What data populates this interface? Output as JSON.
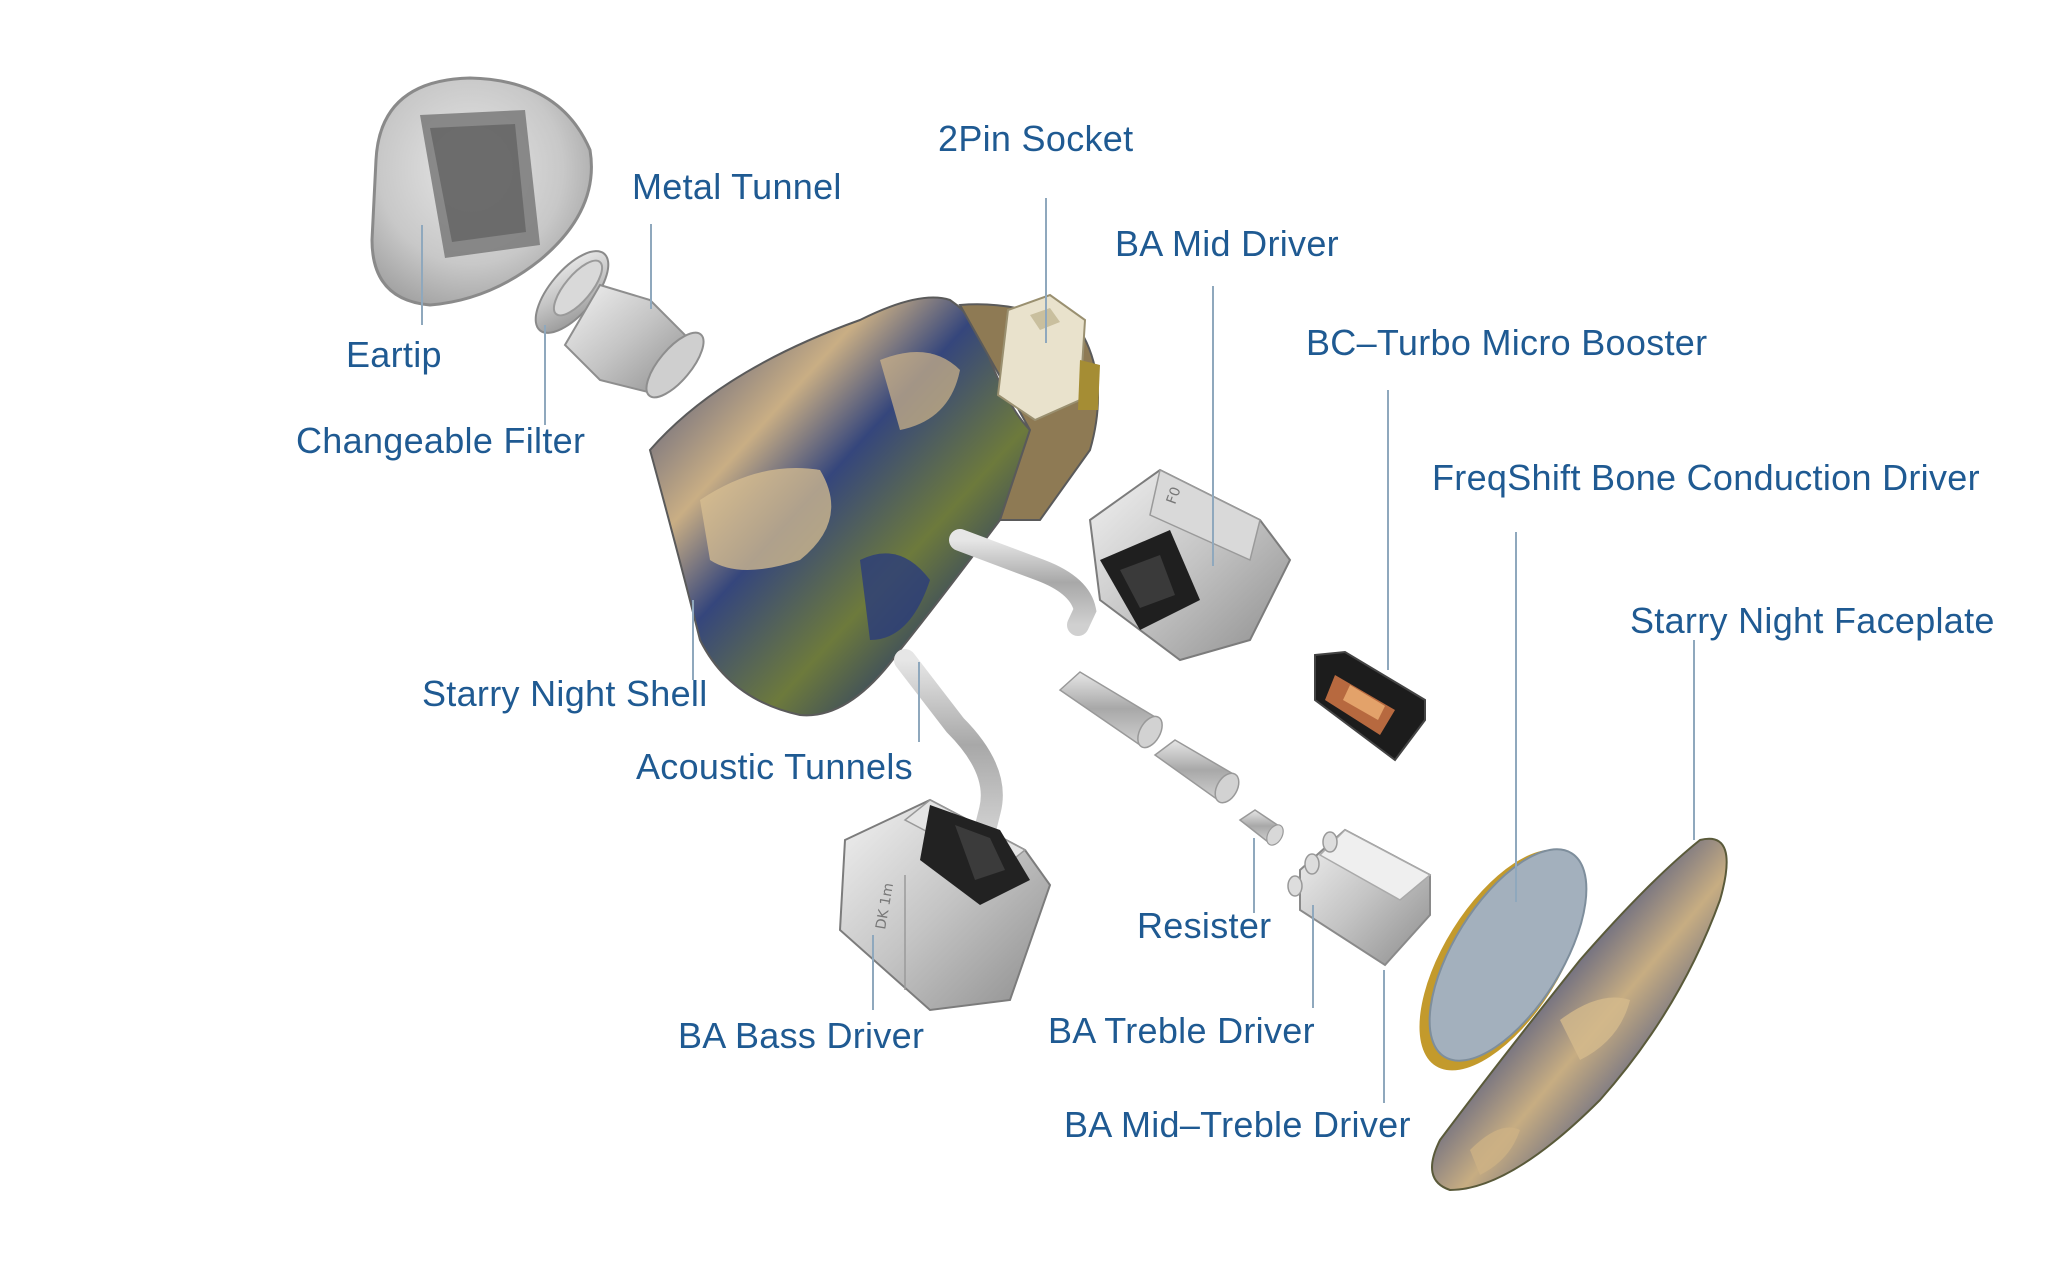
{
  "colors": {
    "label_text": "#1f5a92",
    "leader_line": "#8fa8bd",
    "shell_blue": "#2d3f7a",
    "shell_wood": "#c8b088",
    "metal": "#c9c9c9"
  },
  "labels": {
    "eartip": "Eartip",
    "changeable_filter": "Changeable Filter",
    "metal_tunnel": "Metal Tunnel",
    "two_pin_socket": "2Pin Socket",
    "ba_mid_driver": "BA Mid Driver",
    "bc_turbo_micro_booster": "BC–Turbo Micro Booster",
    "freqshift_bone_conduction_driver": "FreqShift Bone Conduction Driver",
    "starry_night_faceplate": "Starry Night Faceplate",
    "starry_night_shell": "Starry Night Shell",
    "acoustic_tunnels": "Acoustic Tunnels",
    "resister": "Resister",
    "ba_bass_driver": "BA Bass Driver",
    "ba_treble_driver": "BA Treble Driver",
    "ba_mid_treble_driver": "BA Mid–Treble Driver"
  },
  "component_markings": {
    "ba_mid_driver_code": "F0",
    "ba_bass_driver_code": "DK 1m"
  }
}
